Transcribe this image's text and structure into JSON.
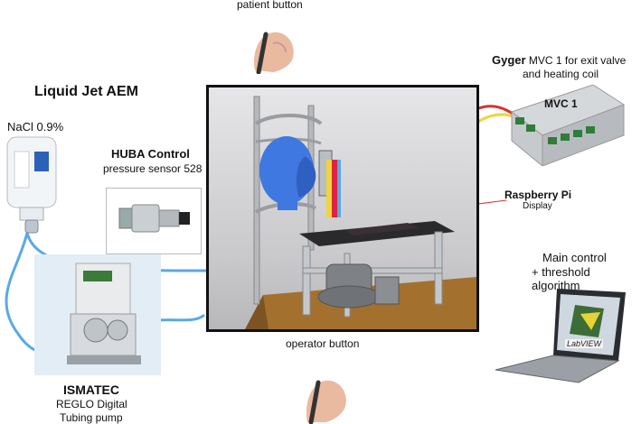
{
  "title": "Liquid Jet AEM",
  "labels": {
    "patient_button": "patient button",
    "operator_button": "operator button",
    "nacl": "NaCl 0.9%",
    "huba_title": "HUBA Control",
    "huba_sub": "pressure sensor 528",
    "gyger_bold": "Gyger",
    "gyger_rest": "MVC 1 for exit valve",
    "gyger_line2": "and heating coil",
    "mvc_label": "MVC 1",
    "raspberry_title": "Raspberry Pi",
    "raspberry_sub": "Display",
    "main_control_1": "Main control",
    "main_control_2": "+ threshold algorithm",
    "labview": "LabVIEW",
    "ismatec_title": "ISMATEC",
    "ismatec_line2": "REGLO Digital",
    "ismatec_line3": "Tubing pump"
  },
  "colors": {
    "tube_blue": "#5aa9e6",
    "wire_red": "#d8322a",
    "wire_yellow": "#f0d33a",
    "head_blue": "#3f78e0"
  }
}
